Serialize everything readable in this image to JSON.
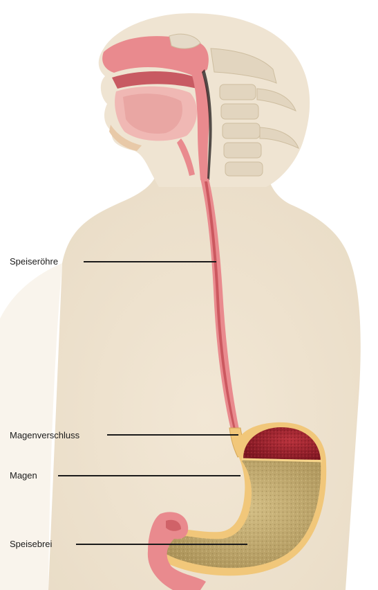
{
  "labels": {
    "esophagus": "Speiseröhre",
    "sphincter": "Magenverschluss",
    "stomach": "Magen",
    "chyme": "Speisebrei"
  },
  "colors": {
    "skin": "#efe3cf",
    "tissue": "#e98a8e",
    "tissue_dark": "#c0474f",
    "bone": "#e5dac8",
    "stomach_wall": "#f1c77a",
    "chyme": "#c2ab6e",
    "stomach_content": "#9e1f2a"
  }
}
